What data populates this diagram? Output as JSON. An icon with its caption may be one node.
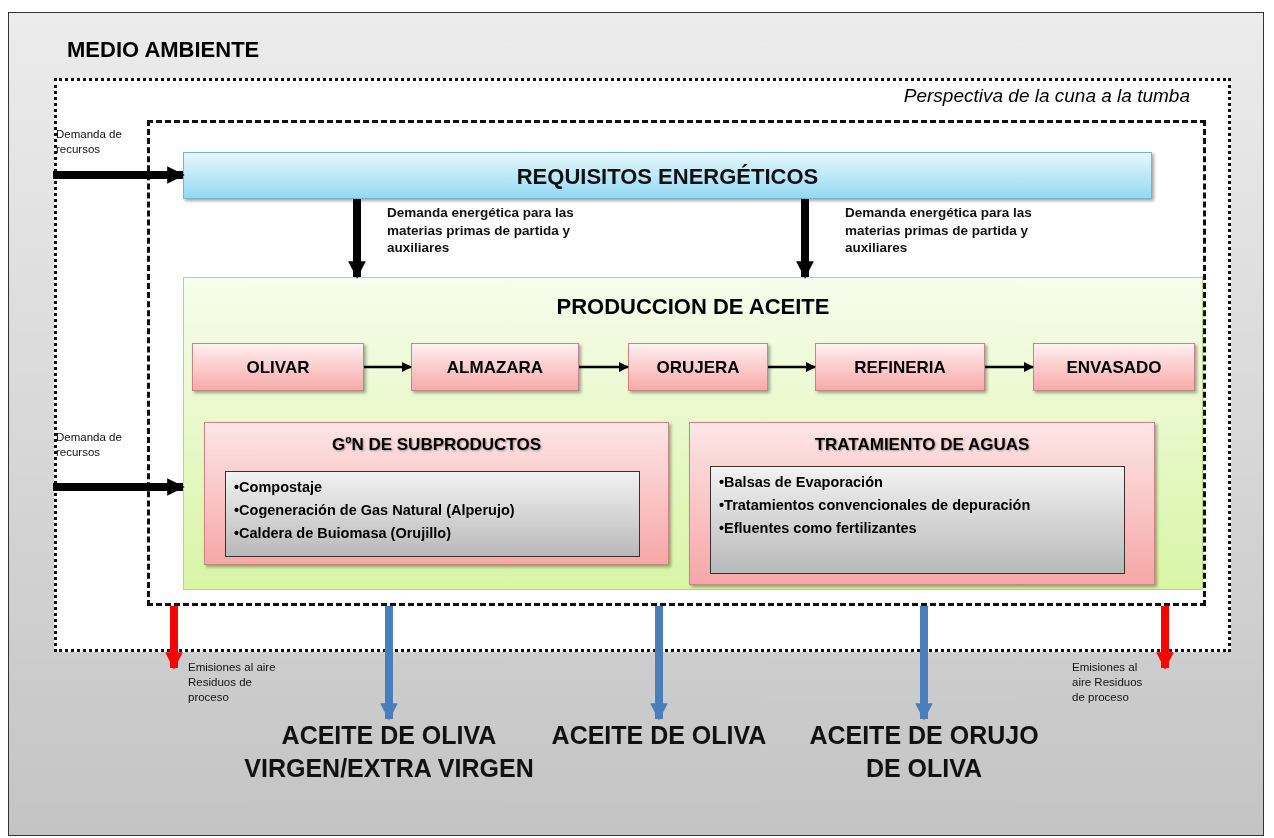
{
  "diagram": {
    "nodes": [
      {
        "text": [
          "MEDIO AMBIENTE"
        ]
      },
      {
        "text": [
          "Perspectiva de la cuna a la tumba"
        ],
        "in": 0
      },
      {
        "text": [],
        "shape": "box",
        "in": 1
      },
      {
        "text": [
          "REQUISITOS ENERGÉTICOS"
        ],
        "in": 2
      },
      {
        "text": [
          "PRODUCCION DE ACEITE"
        ],
        "in": 2
      },
      {
        "text": [
          "OLIVAR"
        ],
        "in": 4
      },
      {
        "text": [
          "ALMAZARA"
        ],
        "in": 4
      },
      {
        "text": [
          "ORUJERA"
        ],
        "in": 4
      },
      {
        "text": [
          "REFINERIA"
        ],
        "in": 4
      },
      {
        "text": [
          "ENVASADO"
        ],
        "in": 4
      },
      {
        "text": [
          "GºN DE SUBPRODUCTOS"
        ],
        "in": 4
      },
      {
        "text": [
          "•Compostaje",
          "•Cogeneración de Gas Natural (Alperujo)",
          "•Caldera de Buiomasa (Orujillo)"
        ],
        "in": 10
      },
      {
        "text": [
          "TRATAMIENTO DE AGUAS"
        ],
        "in": 4
      },
      {
        "text": [
          "•Balsas de Evaporación",
          "•Tratamientos convencionales de depuración",
          "•Efluentes como fertilizantes"
        ],
        "in": 12
      },
      {
        "text": [
          "ACEITE DE OLIVA VIRGEN/EXTRA VIRGEN"
        ],
        "in": 0
      },
      {
        "text": [
          "ACEITE DE OLIVA"
        ],
        "in": 0
      },
      {
        "text": [
          "ACEITE DE ORUJO DE OLIVA"
        ],
        "in": 0
      }
    ],
    "edges": [
      {
        "from": null,
        "to": 3,
        "arrow": "to",
        "label": "Demanda de recursos"
      },
      {
        "from": null,
        "to": 4,
        "arrow": "to",
        "label": "Demanda de recursos"
      },
      {
        "from": 3,
        "to": 4,
        "arrow": "to",
        "label": "Demanda energética para las materias primas de partida y auxiliares"
      },
      {
        "from": 3,
        "to": 4,
        "arrow": "to",
        "label": "Demanda energética para las materias primas de partida y auxiliares"
      },
      {
        "from": 5,
        "to": 6,
        "arrow": "to"
      },
      {
        "from": 6,
        "to": 7,
        "arrow": "to"
      },
      {
        "from": 7,
        "to": 8,
        "arrow": "to"
      },
      {
        "from": 8,
        "to": 9,
        "arrow": "to"
      },
      {
        "from": 2,
        "to": null,
        "arrow": "to",
        "label": "Emisiones al aire Residuos de proceso",
        "color": "#ff0000"
      },
      {
        "from": 2,
        "to": 14,
        "arrow": "to",
        "color": "#4a7ebb"
      },
      {
        "from": 2,
        "to": 15,
        "arrow": "to",
        "color": "#4a7ebb"
      },
      {
        "from": 2,
        "to": 16,
        "arrow": "to",
        "color": "#4a7ebb"
      },
      {
        "from": 2,
        "to": null,
        "arrow": "to",
        "label": "Emisiones al aire Residuos de proceso",
        "color": "#ff0000"
      }
    ]
  }
}
